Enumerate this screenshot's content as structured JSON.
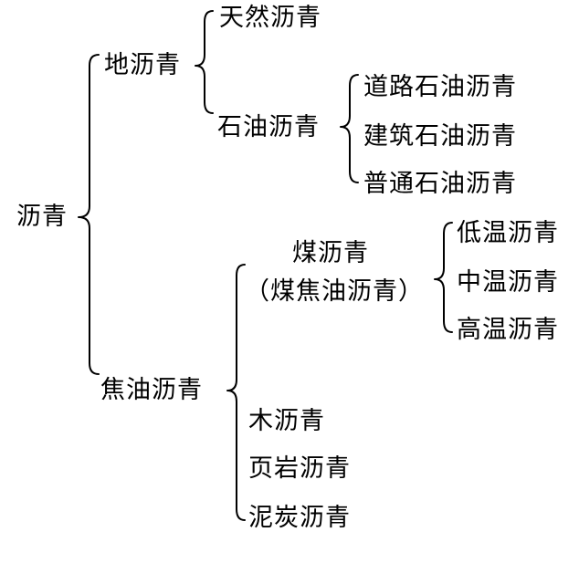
{
  "tree": {
    "root": "沥青",
    "ground_asphalt": {
      "label": "地沥青",
      "natural": "天然沥青",
      "petroleum": {
        "label": "石油沥青",
        "road": "道路石油沥青",
        "building": "建筑石油沥青",
        "common": "普通石油沥青"
      }
    },
    "tar": {
      "label": "焦油沥青",
      "coal": {
        "label": "煤沥青",
        "alias": "（煤焦油沥青）",
        "low": "低温沥青",
        "mid": "中温沥青",
        "high": "高温沥青"
      },
      "wood": "木沥青",
      "shale": "页岩沥青",
      "peat": "泥炭沥青"
    }
  }
}
